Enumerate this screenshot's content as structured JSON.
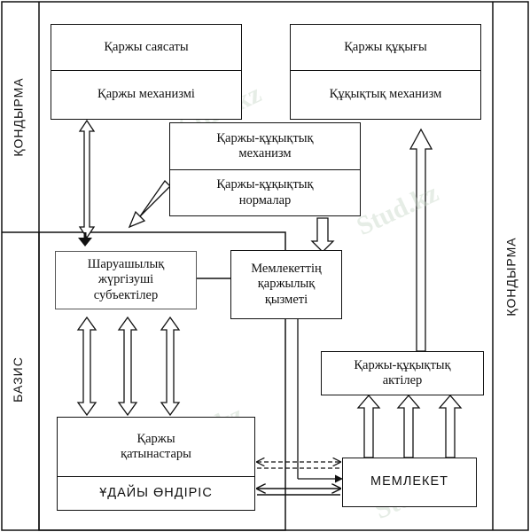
{
  "labels": {
    "superstructure_left": "ҚОНДЫРМА",
    "superstructure_right": "ҚОНДЫРМА",
    "basis": "БАЗИС"
  },
  "boxes": {
    "fin_policy": {
      "top": "Қаржы саясаты",
      "bottom": "Қаржы механизмі"
    },
    "fin_law": {
      "top": "Қаржы құқығы",
      "bottom": "Құқықтық механизм"
    },
    "fin_legal": {
      "top": "Қаржы-құқықтық механизм",
      "bottom": "Қаржы-құқықтық нормалар"
    },
    "entities": "Шаруашылық жүргізуші субъектілер",
    "state_fin": "Мемлекеттің қаржылық қызметі",
    "acts": "Қаржы-құқықтық актілер",
    "relations": {
      "top": "Қаржы қатынастары",
      "bottom": "ҰДАЙЫ ӨНДІРІС"
    },
    "state": "МЕМЛЕКЕТ"
  },
  "watermark": "Stud.kz"
}
